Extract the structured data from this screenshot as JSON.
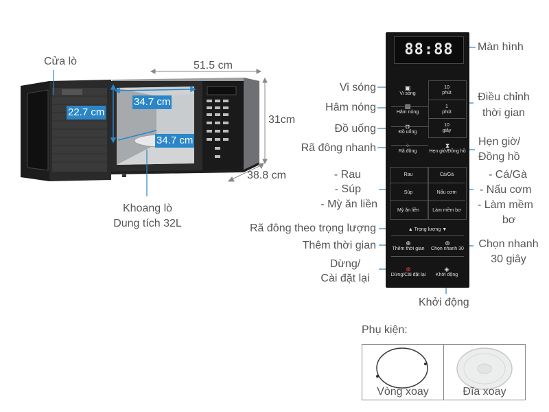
{
  "oven": {
    "door_label": "Cửa lò",
    "width_dim": "51.5 cm",
    "height_dim": "31cm",
    "depth_dim": "38.8 cm",
    "inner_height_dim": "22.7 cm",
    "inner_width_dim": "34.7 cm",
    "inner_depth_dim": "34.7 cm",
    "cavity_label_line1": "Khoang lò",
    "cavity_label_line2": "Dung tích 32L"
  },
  "panel": {
    "display_text": "88:88",
    "buttons": {
      "microwave": "Vi sóng",
      "reheat": "Hâm nóng",
      "drinks": "Đồ uống",
      "quick_defrost": "Rã đông",
      "min10": "10",
      "min10_unit": "phút",
      "min1": "1",
      "min1_unit": "phút",
      "sec10": "10",
      "sec10_unit": "giây",
      "timer_clock": "Hẹn giờ/Đồng hồ",
      "vegetables": "Rau",
      "soup": "Súp",
      "noodles": "Mỳ ăn liền",
      "fish_chicken": "Cá/Gà",
      "rice": "Nấu cơm",
      "soften_butter": "Làm mềm bơ",
      "weight": "Trọng lượng",
      "add_time": "Thêm thời gian",
      "quick30": "Chọn nhanh 30",
      "stop_reset": "Dừng/Cài đặt lại",
      "start": "Khởi động"
    }
  },
  "callouts": {
    "display": "Màn hình",
    "microwave": "Vi sóng",
    "reheat": "Hâm nóng",
    "drinks": "Đồ uống",
    "quick_defrost": "Rã đông nhanh",
    "adjust_time_1": "Điều chỉnh",
    "adjust_time_2": "thời gian",
    "timer_1": "Hẹn giờ/",
    "timer_2": "Đồng hồ",
    "left_group_1": "- Rau",
    "left_group_2": "- Súp",
    "left_group_3": "- Mỳ ăn liền",
    "right_group_1": "- Cá/Gà",
    "right_group_2": "- Nấu cơm",
    "right_group_3": "- Làm mềm",
    "right_group_4": "bơ",
    "weight_defrost": "Rã đông theo trọng lượng",
    "add_time": "Thêm thời gian",
    "quick_select_1": "Chọn nhanh",
    "quick_select_2": "30 giây",
    "stop_1": "Dừng/",
    "stop_2": "Cài đặt lại",
    "start": "Khởi động"
  },
  "accessories": {
    "title": "Phụ kiện:",
    "ring": "Vòng xoay",
    "plate": "Đĩa xoay"
  },
  "colors": {
    "accent": "#2a86c8",
    "panel": "#151515",
    "body": "#2b2b2b",
    "steel": "#b9bcbf"
  }
}
